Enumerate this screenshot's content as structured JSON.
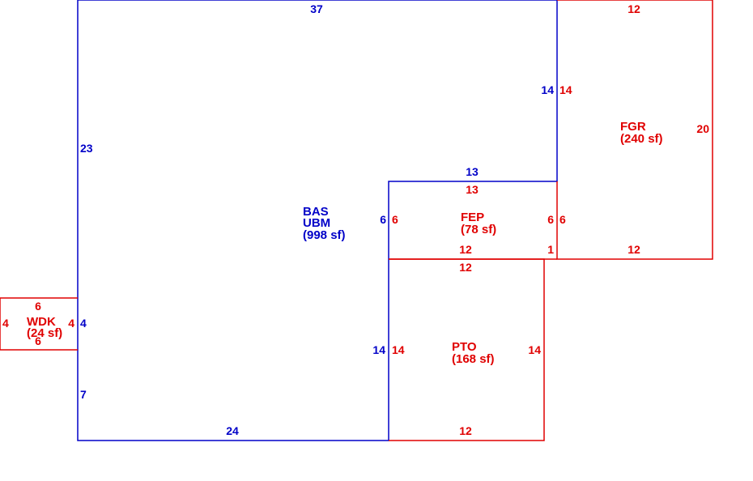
{
  "colors": {
    "main": "#0000c8",
    "addition": "#e00000",
    "background": "#ffffff"
  },
  "areas": {
    "bas": {
      "code": "BAS",
      "subcode": "UBM",
      "area": "(998 sf)",
      "dims": {
        "top": "37",
        "left_upper": "23",
        "left_lower": "7",
        "left_wdk": "4",
        "bottom": "24",
        "fep_side": "6",
        "pto_side": "14",
        "fep_top": "13",
        "fgr_side": "14"
      }
    },
    "fgr": {
      "code": "FGR",
      "area": "(240 sf)",
      "dims": {
        "top": "12",
        "left": "14",
        "right": "20",
        "fep_side": "6",
        "bottom": "12"
      }
    },
    "fep": {
      "code": "FEP",
      "area": "(78 sf)",
      "dims": {
        "top": "13",
        "left": "6",
        "right": "6",
        "bottom": "12",
        "notch": "1"
      }
    },
    "pto": {
      "code": "PTO",
      "area": "(168 sf)",
      "dims": {
        "top": "12",
        "left": "14",
        "right": "14",
        "bottom": "12"
      }
    },
    "wdk": {
      "code": "WDK",
      "area": "(24 sf)",
      "dims": {
        "top": "6",
        "bottom": "6",
        "left": "4",
        "right": "4"
      }
    }
  }
}
